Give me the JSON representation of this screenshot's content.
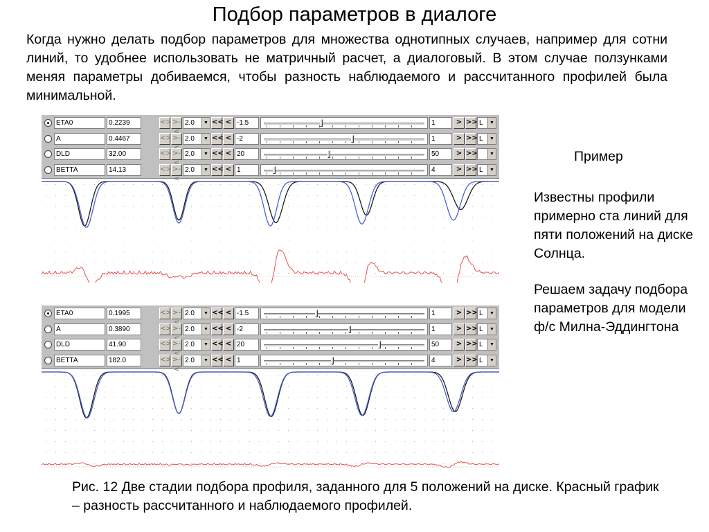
{
  "title": "Подбор параметров в диалоге",
  "intro": "Когда нужно делать подбор параметров для множества однотипных случаев, например для сотни линий, то удобнее использовать не матричный расчет, а диалоговый. В этом случае ползунками меняя параметры добиваемся, чтобы разность наблюдаемого и рассчитанного профилей была минимальной.",
  "side": {
    "heading": "Пример",
    "para1": "Известны профили примерно ста линий для пяти положений на диске Солнца.",
    "para2": "Решаем задачу подбора параметров для модели ф/с Милна-Эддингтона"
  },
  "caption": "Рис. 12 Две стадии подбора профиля, заданного для 5 положений на диске. Красный график – разность рассчитанного и наблюдаемого профилей.",
  "buttons": {
    "step_down": "<>",
    "step_up": ">-<",
    "fast_back": "<<",
    "back": "<",
    "fwd": ">",
    "fast_fwd": ">>",
    "dropdown_arrow": "▼"
  },
  "colors": {
    "observed": "#1a1a1a",
    "calculated": "#4a5fd0",
    "difference": "#e8504a",
    "panel_bg": "#c0c0c0",
    "grid_dot": "#b8b8b8"
  },
  "panels": [
    {
      "params": [
        {
          "selected": true,
          "name": "ETA0",
          "value": "0.2239",
          "step": "2.0",
          "min": "-1.5",
          "slider": 0.35,
          "max": "1",
          "mode": "L"
        },
        {
          "selected": false,
          "name": "A",
          "value": "0.4467",
          "step": "2.0",
          "min": "-2",
          "slider": 0.55,
          "max": "1",
          "mode": "L"
        },
        {
          "selected": false,
          "name": "DLD",
          "value": "32.00",
          "step": "2.0",
          "min": "20",
          "slider": 0.4,
          "max": "50",
          "mode": ""
        },
        {
          "selected": false,
          "name": "BETTA",
          "value": "14.13",
          "step": "2.0",
          "min": "1",
          "slider": 0.05,
          "max": "4",
          "mode": "L"
        }
      ],
      "chart_data": {
        "type": "line",
        "panels": 5,
        "series": [
          {
            "role": "observed",
            "depth": [
              0.92,
              0.8,
              0.85,
              0.7,
              0.58
            ],
            "width": [
              0.22,
              0.2,
              0.25,
              0.22,
              0.26
            ],
            "shift": [
              -0.03,
              0.0,
              0.06,
              0.05,
              0.08
            ]
          },
          {
            "role": "calculated",
            "depth": [
              0.95,
              0.86,
              0.92,
              0.88,
              0.8
            ],
            "width": [
              0.24,
              0.22,
              0.23,
              0.24,
              0.25
            ],
            "shift": [
              -0.01,
              0.0,
              0.0,
              0.0,
              0.0
            ]
          }
        ],
        "difference_amplitude": 0.55
      }
    },
    {
      "params": [
        {
          "selected": true,
          "name": "ETA0",
          "value": "0.1995",
          "step": "2.0",
          "min": "-1.5",
          "slider": 0.32,
          "max": "1",
          "mode": "L"
        },
        {
          "selected": false,
          "name": "A",
          "value": "0.3890",
          "step": "2.0",
          "min": "-2",
          "slider": 0.53,
          "max": "1",
          "mode": "L"
        },
        {
          "selected": false,
          "name": "DLD",
          "value": "41.90",
          "step": "2.0",
          "min": "20",
          "slider": 0.72,
          "max": "50",
          "mode": "L"
        },
        {
          "selected": false,
          "name": "BETTA",
          "value": "182.0",
          "step": "2.0",
          "min": "1",
          "slider": 0.42,
          "max": "4",
          "mode": "L"
        }
      ],
      "chart_data": {
        "type": "line",
        "panels": 5,
        "series": [
          {
            "role": "observed",
            "depth": [
              0.95,
              0.86,
              0.92,
              0.9,
              0.82
            ],
            "width": [
              0.24,
              0.22,
              0.24,
              0.24,
              0.25
            ],
            "shift": [
              -0.01,
              0.0,
              0.01,
              0.01,
              0.02
            ]
          },
          {
            "role": "calculated",
            "depth": [
              0.95,
              0.86,
              0.92,
              0.9,
              0.82
            ],
            "width": [
              0.25,
              0.23,
              0.25,
              0.25,
              0.26
            ],
            "shift": [
              0.0,
              0.0,
              0.0,
              0.0,
              0.0
            ]
          }
        ],
        "difference_amplitude": 0.2
      }
    }
  ]
}
